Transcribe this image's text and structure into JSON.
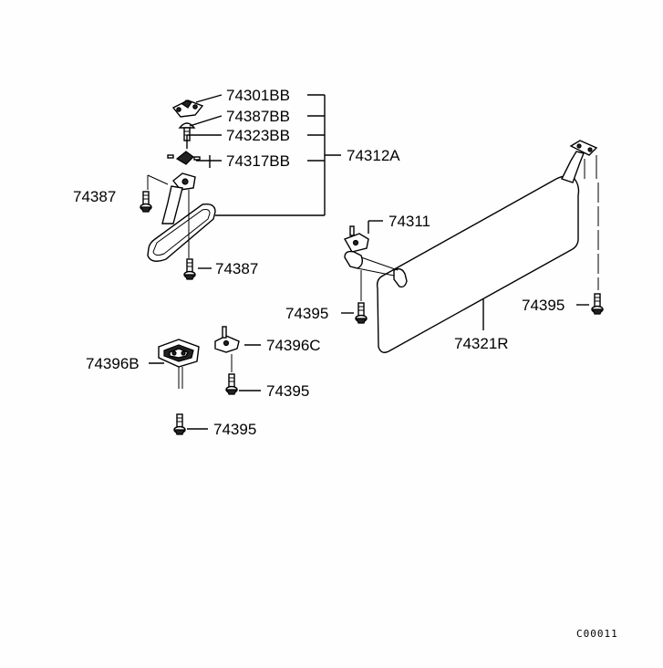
{
  "diagram_code": "C00011",
  "labels": {
    "p74301BB": "74301BB",
    "p74387BB": "74387BB",
    "p74323BB": "74323BB",
    "p74317BB": "74317BB",
    "p74312A": "74312A",
    "p74387_left": "74387",
    "p74387_bottom": "74387",
    "p74311": "74311",
    "p74395_visor": "74395",
    "p74395_right": "74395",
    "p74321R": "74321R",
    "p74396C": "74396C",
    "p74396B": "74396B",
    "p74395_mid": "74395",
    "p74395_low": "74395"
  }
}
